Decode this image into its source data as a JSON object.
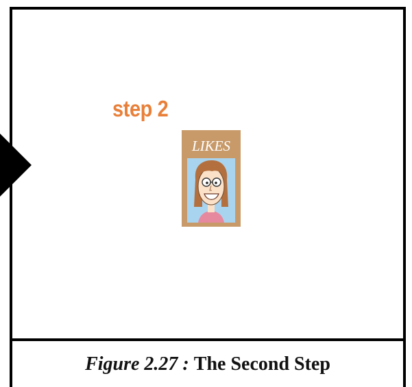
{
  "colors": {
    "step_label": "#e8803a",
    "card_border": "#c89a6a",
    "card_title_bg": "#c89a6a",
    "card_title_text": "#ffffff",
    "card_sky": "#a9d4ef",
    "hair": "#b3703e",
    "skin": "#fbe1c8",
    "shirt": "#e6899f"
  },
  "scene": {
    "step_label": "step 2",
    "card_title": "LIKES",
    "card_icon": "smiling-girl-icon",
    "nav_icon": "play-arrow-icon"
  },
  "caption": {
    "label": "Figure 2.27 :",
    "title": "The Second Step"
  }
}
